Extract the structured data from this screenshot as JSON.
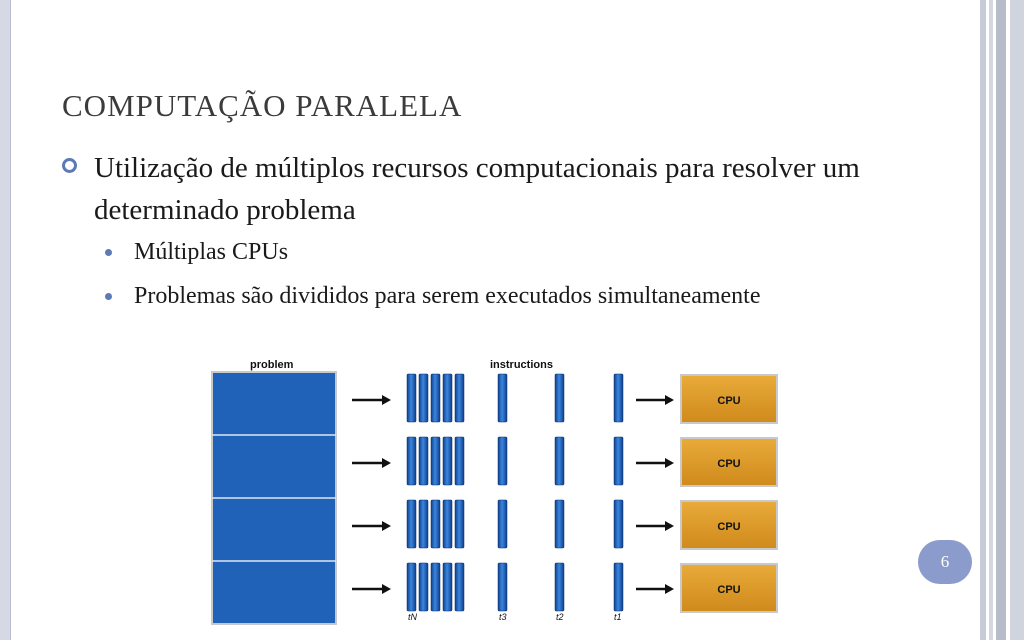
{
  "slide": {
    "title": "COMPUTAÇÃO PARALELA",
    "bullet_main": "Utilização de múltiplos recursos computacionais para resolver um determinado problema",
    "sub_bullets": [
      "Múltiplas CPUs",
      "Problemas são divididos para serem executados simultaneamente"
    ],
    "page_number": "6"
  },
  "diagram": {
    "label_problem": "problem",
    "label_instructions": "instructions",
    "cpu_labels": [
      "CPU",
      "CPU",
      "CPU",
      "CPU"
    ],
    "time_labels": [
      "tN",
      "t3",
      "t2",
      "t1"
    ],
    "colors": {
      "problem_blue": "#1f62b8",
      "instruction_blue": "#1e63c1",
      "cpu_orange": "#dc9a2a",
      "frame_gray": "#d9d9d9"
    }
  },
  "colors": {
    "bullet_accent": "#5d7ab4",
    "badge": "#8b9ccc"
  }
}
